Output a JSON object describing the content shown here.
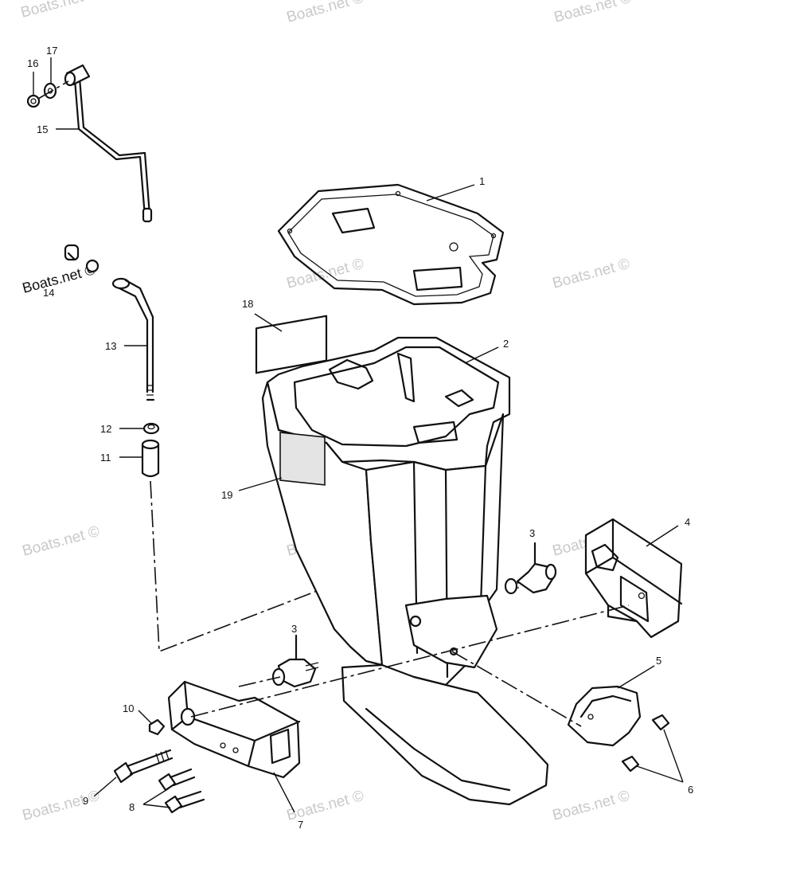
{
  "watermark": "Boats.net ©",
  "callouts": {
    "c1": "1",
    "c2": "2",
    "c3a": "3",
    "c3b": "3",
    "c4": "4",
    "c5": "5",
    "c6": "6",
    "c7": "7",
    "c8": "8",
    "c9": "9",
    "c10": "10",
    "c11": "11",
    "c12": "12",
    "c13": "13",
    "c14": "14",
    "c15": "15",
    "c16": "16",
    "c17": "17",
    "c18": "18",
    "c19": "19"
  },
  "colors": {
    "line": "#111111",
    "watermark": "#c9c9c9",
    "background": "#ffffff"
  }
}
